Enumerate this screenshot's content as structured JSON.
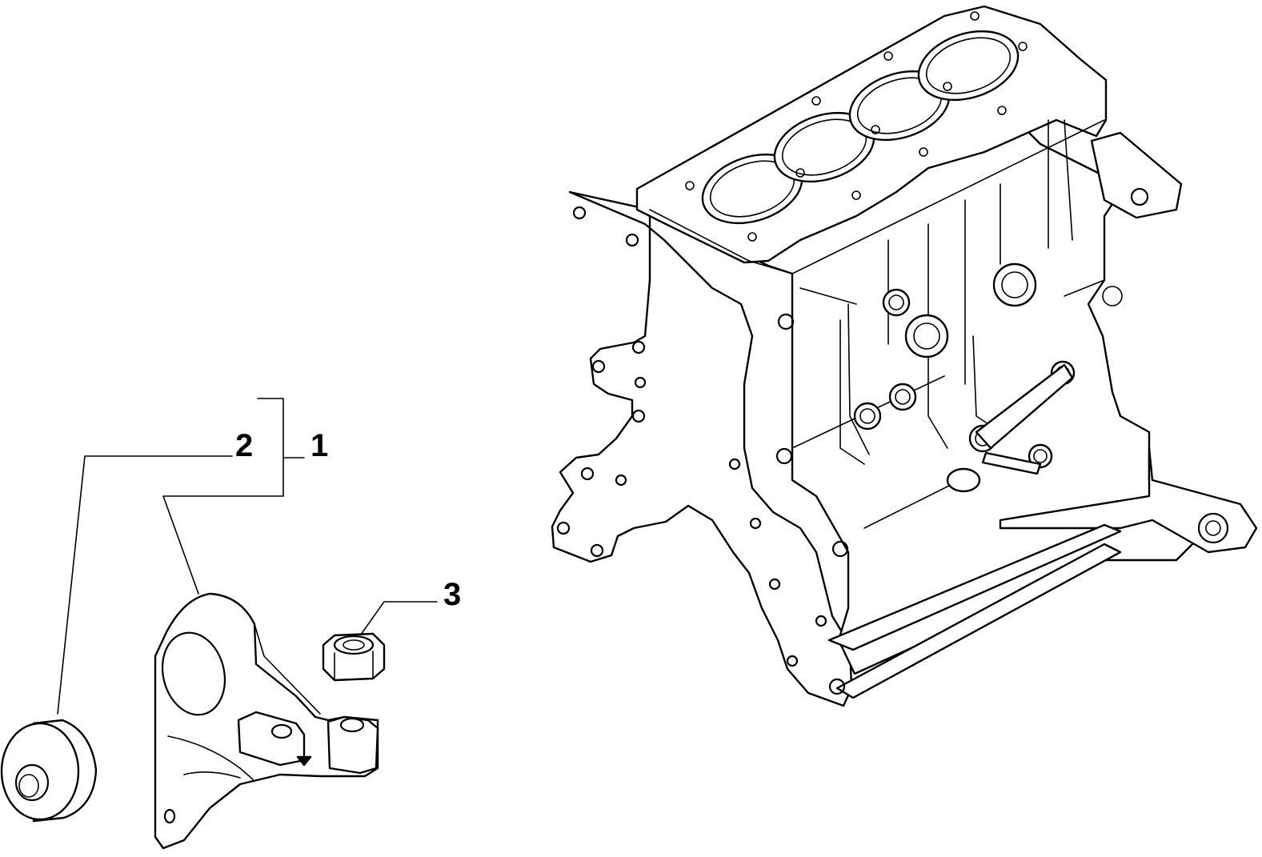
{
  "callouts": [
    {
      "id": "callout-1",
      "number": "1"
    },
    {
      "id": "callout-2",
      "number": "2"
    },
    {
      "id": "callout-3",
      "number": "3"
    }
  ]
}
